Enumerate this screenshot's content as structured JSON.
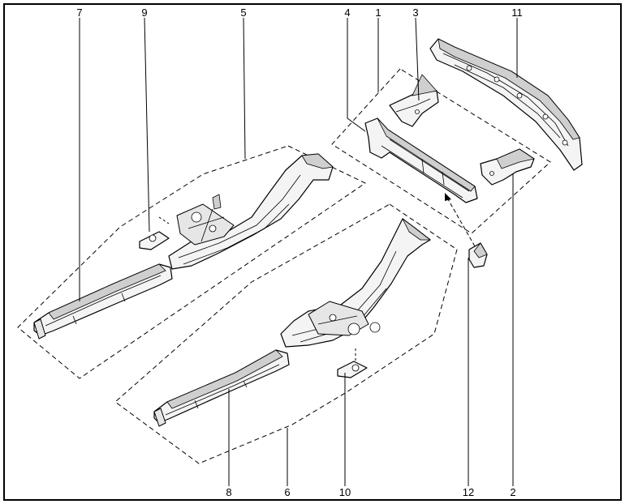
{
  "callouts": {
    "c1": "1",
    "c2": "2",
    "c3": "3",
    "c4": "4",
    "c5": "5",
    "c6": "6",
    "c7": "7",
    "c8": "8",
    "c9": "9",
    "c10": "10",
    "c11": "11",
    "c12": "12"
  },
  "style": {
    "line_color": "#000000",
    "background": "#ffffff"
  }
}
